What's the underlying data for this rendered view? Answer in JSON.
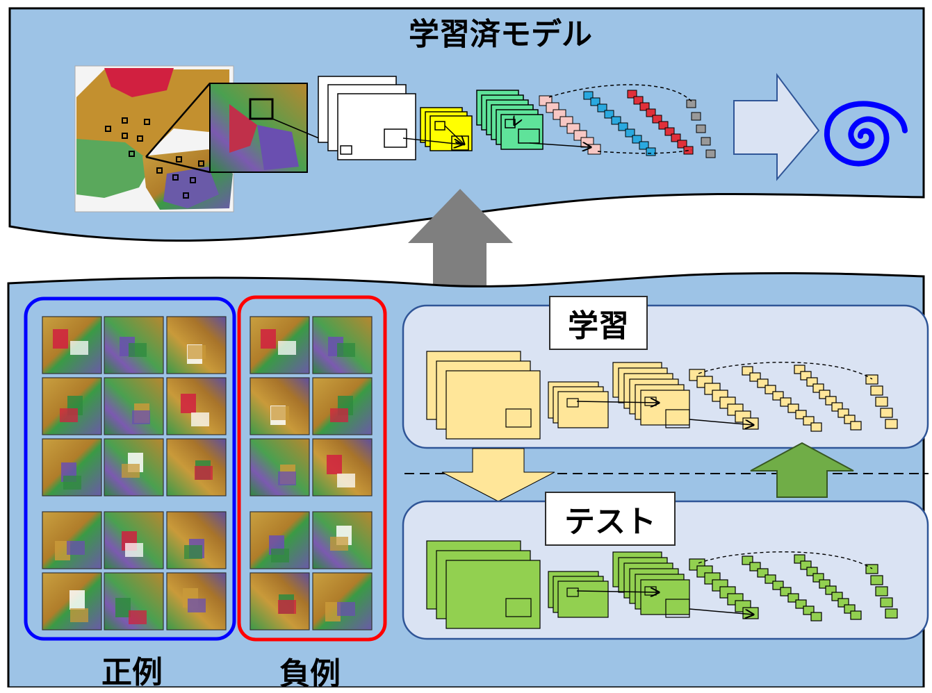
{
  "top_panel": {
    "title": "学習済モデル"
  },
  "bottom_panel": {
    "positive_label": "正例",
    "negative_label": "負例",
    "train_label": "学習",
    "test_label": "テスト"
  },
  "colors": {
    "panel_bg": "#9dc3e6",
    "stage_bg": "#dae3f3",
    "positive_frame": "#0000ff",
    "negative_frame": "#ff0000",
    "train_layer": "#ffe699",
    "test_layer": "#92d050",
    "big_arrow": "#808080",
    "model_output_icon": "#0000ff"
  },
  "icons": {
    "output": "spiral-icon"
  }
}
